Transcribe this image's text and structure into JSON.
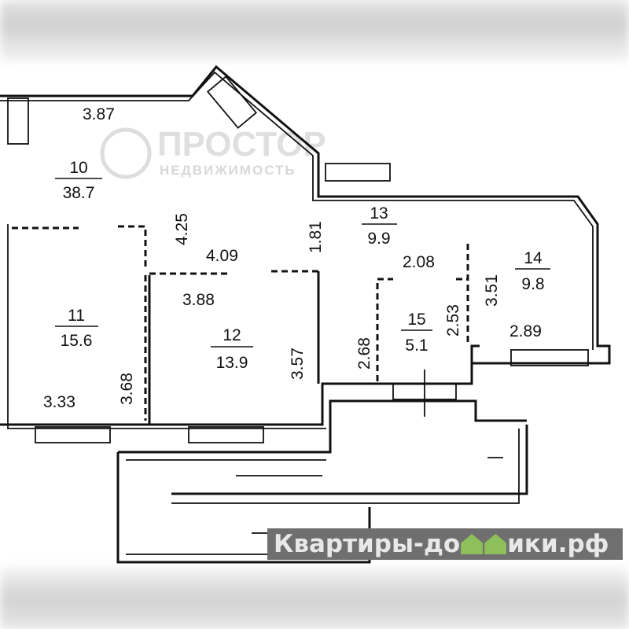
{
  "rooms": [
    {
      "number": "10",
      "area": "38.7"
    },
    {
      "number": "11",
      "area": "15.6"
    },
    {
      "number": "12",
      "area": "13.9"
    },
    {
      "number": "13",
      "area": "9.9"
    },
    {
      "number": "14",
      "area": "9.8"
    },
    {
      "number": "15",
      "area": "5.1"
    }
  ],
  "dimensions": {
    "d387": "3.87",
    "d425": "4.25",
    "d181": "1.81",
    "d409": "4.09",
    "d388": "3.88",
    "d208": "2.08",
    "d351": "3.51",
    "d368": "3.68",
    "d357": "3.57",
    "d333": "3.33",
    "d268": "2.68",
    "d253": "2.53",
    "d289": "2.89"
  },
  "watermark": {
    "brand": "ПРОСТОР",
    "subtitle": "НЕДВИЖИМОСТЬ"
  },
  "site_logo": {
    "part1": "Квартиры-до",
    "part2": "ики.рф",
    "house_color": "#8dbf5a"
  }
}
